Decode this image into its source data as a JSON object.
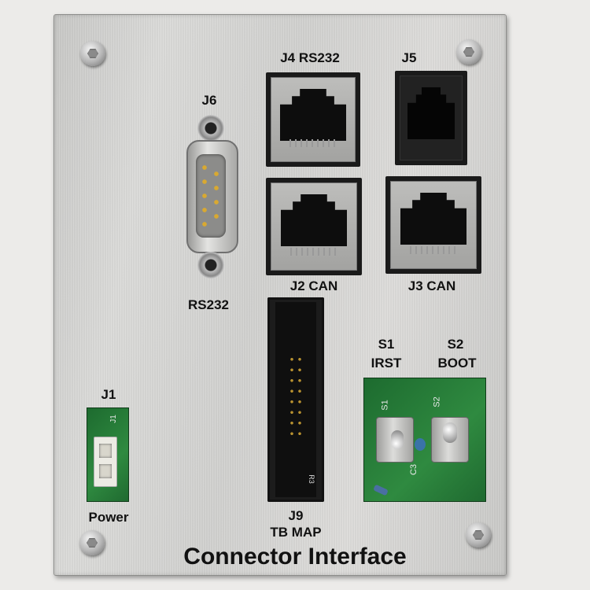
{
  "panel": {
    "title": "Connector Interface"
  },
  "labels": {
    "j6": "J6",
    "rs232": "RS232",
    "j4": "J4 RS232",
    "j5": "J5",
    "j2": "J2 CAN",
    "j3": "J3 CAN",
    "j1": "J1",
    "power": "Power",
    "j9": "J9",
    "tbmap": "TB MAP",
    "s1": "S1",
    "irst": "IRST",
    "s2": "S2",
    "boot": "BOOT"
  },
  "silkscreen": {
    "j1": "J1",
    "s1": "S1",
    "s2": "S2",
    "c3": "C3",
    "r3": "R3"
  },
  "colors": {
    "panel": "#d6d6d4",
    "pcb_green": "#2f8a40",
    "connector_black": "#1a1a1a"
  }
}
